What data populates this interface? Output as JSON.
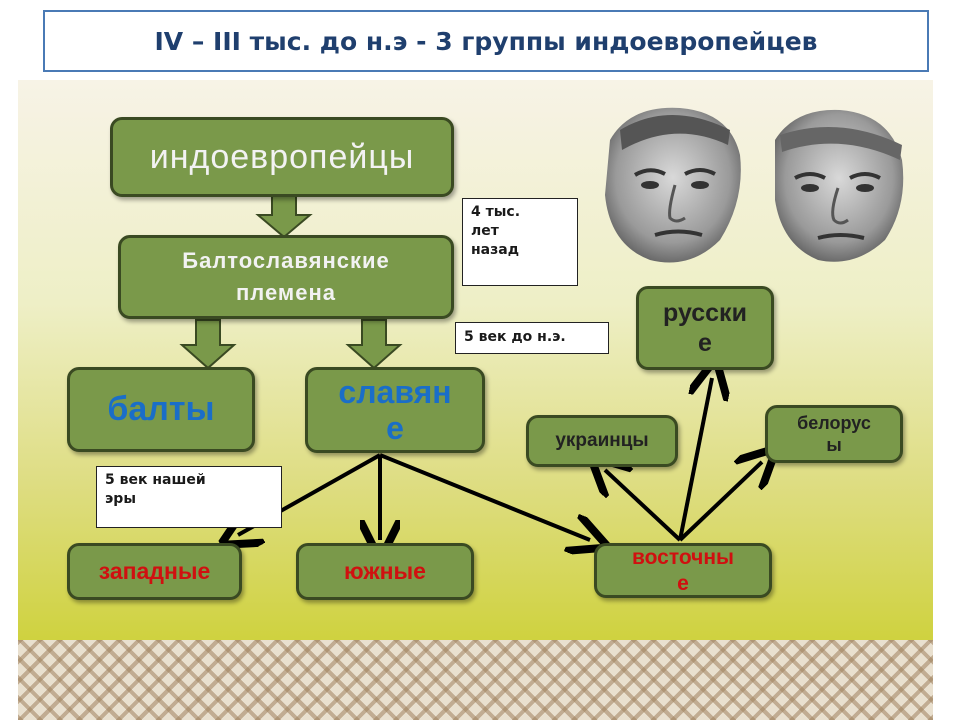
{
  "title": "IV – III тыс. до н.э - 3 группы индоевропейцев",
  "nodes": {
    "indoeuropeans": "индоевропейцы",
    "baltoslavic": "Балтославянские\nплемена",
    "balts": "балты",
    "slavs": "славян\nе",
    "western": "западные",
    "southern": "южные",
    "eastern": "восточны\nе",
    "russians": "русски\nе",
    "ukrainians": "украинцы",
    "belarusians": "белорус\nы"
  },
  "notes": {
    "four_thousand": "4 тыс.\nлет\nназад",
    "fifth_century_bc": "5 век до н.э.",
    "fifth_century_ad": "5 век нашей\nэры"
  },
  "colors": {
    "node_fill": "#7a994a",
    "node_border": "#3a4a22",
    "light_text": "#f2f2f2",
    "blue_text": "#1a6ec8",
    "red_text": "#d01010",
    "dark_text": "#222222",
    "title_text": "#1f3f6e"
  }
}
